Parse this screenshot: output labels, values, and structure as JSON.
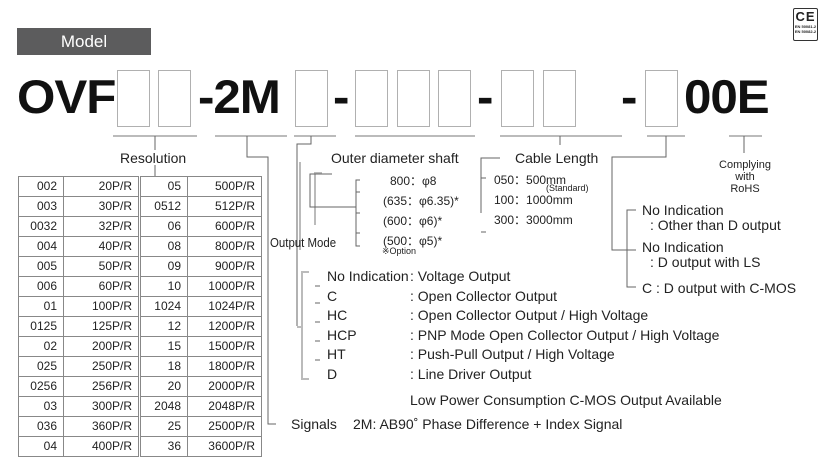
{
  "header": {
    "badge": "Model",
    "ce_mark": "CE",
    "ce_standards": [
      "EN 50081-2",
      "EN 50082-2"
    ]
  },
  "model_code": {
    "prefix": "OVF-",
    "signal_code": "-2M",
    "dash1": "-",
    "dash2": "-",
    "suffix": "00E"
  },
  "resolution": {
    "title": "Resolution",
    "rows": [
      [
        "002",
        "20P/R",
        "05",
        "500P/R"
      ],
      [
        "003",
        "30P/R",
        "0512",
        "512P/R"
      ],
      [
        "0032",
        "32P/R",
        "06",
        "600P/R"
      ],
      [
        "004",
        "40P/R",
        "08",
        "800P/R"
      ],
      [
        "005",
        "50P/R",
        "09",
        "900P/R"
      ],
      [
        "006",
        "60P/R",
        "10",
        "1000P/R"
      ],
      [
        "01",
        "100P/R",
        "1024",
        "1024P/R"
      ],
      [
        "0125",
        "125P/R",
        "12",
        "1200P/R"
      ],
      [
        "02",
        "200P/R",
        "15",
        "1500P/R"
      ],
      [
        "025",
        "250P/R",
        "18",
        "1800P/R"
      ],
      [
        "0256",
        "256P/R",
        "20",
        "2000P/R"
      ],
      [
        "03",
        "300P/R",
        "2048",
        "2048P/R"
      ],
      [
        "036",
        "360P/R",
        "25",
        "2500P/R"
      ],
      [
        "04",
        "400P/R",
        "36",
        "3600P/R"
      ]
    ]
  },
  "shaft": {
    "title": "Outer diameter shaft",
    "options": [
      "800：φ8",
      "(635：φ6.35)*",
      "(600：φ6)*",
      "(500：φ5)*"
    ],
    "note": "※Option"
  },
  "output_mode": {
    "title": "Output Mode",
    "options": [
      {
        "code": "No Indication",
        "desc": ": Voltage Output"
      },
      {
        "code": "C",
        "desc": ": Open Collector Output"
      },
      {
        "code": "HC",
        "desc": ": Open Collector Output / High Voltage"
      },
      {
        "code": "HCP",
        "desc": ": PNP Mode Open Collector Output / High Voltage"
      },
      {
        "code": "HT",
        "desc": ": Push-Pull Output / High Voltage"
      },
      {
        "code": "D",
        "desc": ": Line Driver Output"
      }
    ],
    "note": "Low Power Consumption C-MOS Output Available"
  },
  "signals": {
    "label": "Signals",
    "desc": "2M: AB90˚ Phase Difference + Index Signal"
  },
  "cable": {
    "title": "Cable Length",
    "options": [
      "050：500mm",
      "100：1000mm",
      "300：3000mm"
    ],
    "standard_note": "(Standard)"
  },
  "d_output": {
    "options": [
      {
        "line1": "No Indication",
        "line2": ": Other than D output"
      },
      {
        "line1": "No Indication",
        "line2": ": D output with LS"
      },
      {
        "line1": "C : D output with C-MOS",
        "line2": ""
      }
    ]
  },
  "rohs": {
    "lines": [
      "Complying",
      "with",
      "RoHS"
    ]
  }
}
